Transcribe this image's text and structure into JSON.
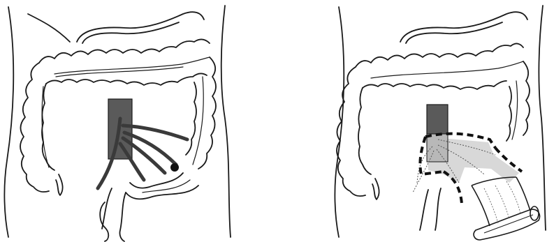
{
  "figure": {
    "panels": [
      {
        "id": "left",
        "content": "colon-with-vessels"
      },
      {
        "id": "right",
        "content": "colon-with-resection-outline"
      }
    ]
  },
  "colors": {
    "line": "#1a1a1a",
    "aorta_fill": "#5a5a5a",
    "aorta_fill_light": "#9a9a9a",
    "vessel": "#3a3a3a",
    "mesentery_fill": "#cfcfcf",
    "background": "#ffffff"
  }
}
